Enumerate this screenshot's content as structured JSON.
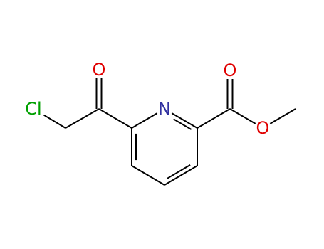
{
  "molecule": {
    "atoms": [
      {
        "id": "cl",
        "symbol": "Cl",
        "label": "Cl",
        "color": "#00a000"
      },
      {
        "id": "o-ketone",
        "symbol": "O",
        "label": "O",
        "color": "#e00000"
      },
      {
        "id": "n-ring",
        "symbol": "N",
        "label": "N",
        "color": "#3030a0"
      },
      {
        "id": "o-carbonyl",
        "symbol": "O",
        "label": "O",
        "color": "#e00000"
      },
      {
        "id": "o-ester",
        "symbol": "O",
        "label": "O",
        "color": "#e00000"
      },
      {
        "id": "c-ch2",
        "symbol": "C",
        "label": ""
      },
      {
        "id": "c-ketone",
        "symbol": "C",
        "label": ""
      },
      {
        "id": "c6",
        "symbol": "C",
        "label": ""
      },
      {
        "id": "c5",
        "symbol": "C",
        "label": ""
      },
      {
        "id": "c4",
        "symbol": "C",
        "label": ""
      },
      {
        "id": "c3",
        "symbol": "C",
        "label": ""
      },
      {
        "id": "c2",
        "symbol": "C",
        "label": ""
      },
      {
        "id": "c-ester",
        "symbol": "C",
        "label": ""
      },
      {
        "id": "c-methyl",
        "symbol": "C",
        "label": ""
      }
    ],
    "bonds": [
      {
        "from": "cl",
        "to": "c-ch2",
        "order": 1
      },
      {
        "from": "c-ch2",
        "to": "c-ketone",
        "order": 1
      },
      {
        "from": "c-ketone",
        "to": "o-ketone",
        "order": 2
      },
      {
        "from": "c-ketone",
        "to": "c6",
        "order": 1
      },
      {
        "from": "c6",
        "to": "n-ring",
        "order": 1
      },
      {
        "from": "n-ring",
        "to": "c2",
        "order": 2
      },
      {
        "from": "c2",
        "to": "c3",
        "order": 1
      },
      {
        "from": "c3",
        "to": "c4",
        "order": 2
      },
      {
        "from": "c4",
        "to": "c5",
        "order": 1
      },
      {
        "from": "c5",
        "to": "c6",
        "order": 2
      },
      {
        "from": "c2",
        "to": "c-ester",
        "order": 1
      },
      {
        "from": "c-ester",
        "to": "o-carbonyl",
        "order": 2
      },
      {
        "from": "c-ester",
        "to": "o-ester",
        "order": 1
      },
      {
        "from": "o-ester",
        "to": "c-methyl",
        "order": 1
      }
    ],
    "colors": {
      "bond": "#000000",
      "chlorine": "#00a000",
      "oxygen": "#e00000",
      "nitrogen": "#3030a0"
    }
  }
}
